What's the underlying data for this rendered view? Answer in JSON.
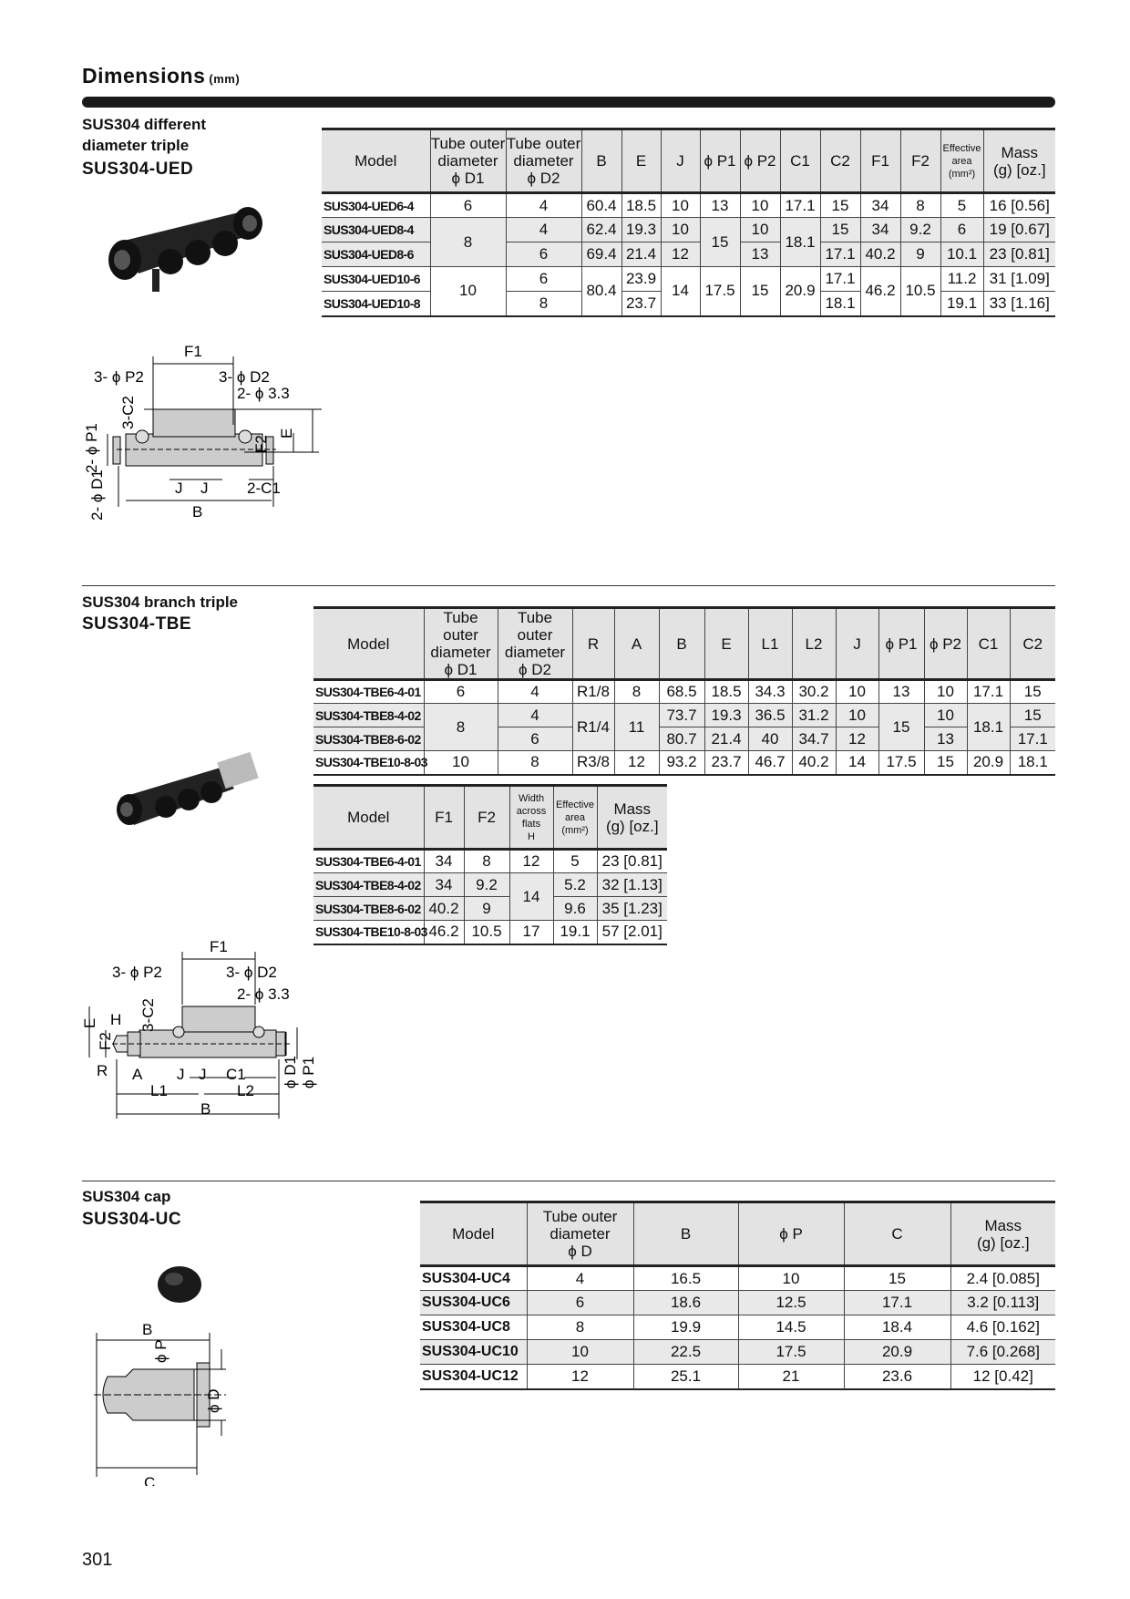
{
  "header": {
    "title": "Dimensions",
    "unit": "(mm)"
  },
  "sections": [
    {
      "title_line1": "SUS304 different",
      "title_line2": "diameter triple",
      "model": "SUS304-UED"
    },
    {
      "title_line1": "SUS304 branch triple",
      "model": "SUS304-TBE"
    },
    {
      "title_line1": "SUS304 cap",
      "model": "SUS304-UC"
    }
  ],
  "tables": {
    "ued": {
      "headers": [
        "Model",
        "Tube outer\ndiameter\nϕ D1",
        "Tube outer\ndiameter\nϕ D2",
        "B",
        "E",
        "J",
        "ϕ P1",
        "ϕ P2",
        "C1",
        "C2",
        "F1",
        "F2",
        "Effective\narea\n(mm²)",
        "Mass\n(g) [oz.]"
      ],
      "rows": [
        [
          "SUS304-UED6-4",
          "6",
          "4",
          "60.4",
          "18.5",
          "10",
          "13",
          "10",
          "17.1",
          "15",
          "34",
          "8",
          "5",
          "16 [0.56]"
        ],
        [
          "SUS304-UED8-4",
          "8",
          "4",
          "62.4",
          "19.3",
          "10",
          "15",
          "10",
          "18.1",
          "15",
          "34",
          "9.2",
          "6",
          "19 [0.67]"
        ],
        [
          "SUS304-UED8-6",
          null,
          "6",
          "69.4",
          "21.4",
          "12",
          null,
          "13",
          null,
          "17.1",
          "40.2",
          "9",
          "10.1",
          "23 [0.81]"
        ],
        [
          "SUS304-UED10-6",
          "10",
          "6",
          "80.4",
          "23.9",
          "14",
          "17.5",
          "15",
          "20.9",
          "17.1",
          "46.2",
          "10.5",
          "11.2",
          "31 [1.09]"
        ],
        [
          "SUS304-UED10-8",
          null,
          "8",
          null,
          "23.7",
          null,
          null,
          null,
          null,
          "18.1",
          null,
          null,
          "19.1",
          "33 [1.16]"
        ]
      ]
    },
    "tbe1": {
      "headers": [
        "Model",
        "Tube outer\ndiameter\nϕ D1",
        "Tube outer\ndiameter\nϕ D2",
        "R",
        "A",
        "B",
        "E",
        "L1",
        "L2",
        "J",
        "ϕ P1",
        "ϕ P2",
        "C1",
        "C2"
      ],
      "rows": [
        [
          "SUS304-TBE6-4-01",
          "6",
          "4",
          "R1/8",
          "8",
          "68.5",
          "18.5",
          "34.3",
          "30.2",
          "10",
          "13",
          "10",
          "17.1",
          "15"
        ],
        [
          "SUS304-TBE8-4-02",
          "8",
          "4",
          "R1/4",
          "11",
          "73.7",
          "19.3",
          "36.5",
          "31.2",
          "10",
          "15",
          "10",
          "18.1",
          "15"
        ],
        [
          "SUS304-TBE8-6-02",
          null,
          "6",
          null,
          null,
          "80.7",
          "21.4",
          "40",
          "34.7",
          "12",
          null,
          "13",
          null,
          "17.1"
        ],
        [
          "SUS304-TBE10-8-03",
          "10",
          "8",
          "R3/8",
          "12",
          "93.2",
          "23.7",
          "46.7",
          "40.2",
          "14",
          "17.5",
          "15",
          "20.9",
          "18.1"
        ]
      ]
    },
    "tbe2": {
      "headers": [
        "Model",
        "F1",
        "F2",
        "Width\nacross\nflats\nH",
        "Effective\narea\n(mm²)",
        "Mass\n(g) [oz.]"
      ],
      "rows": [
        [
          "SUS304-TBE6-4-01",
          "34",
          "8",
          "12",
          "5",
          "23 [0.81]"
        ],
        [
          "SUS304-TBE8-4-02",
          "34",
          "9.2",
          "14",
          "5.2",
          "32 [1.13]"
        ],
        [
          "SUS304-TBE8-6-02",
          "40.2",
          "9",
          null,
          "9.6",
          "35 [1.23]"
        ],
        [
          "SUS304-TBE10-8-03",
          "46.2",
          "10.5",
          "17",
          "19.1",
          "57 [2.01]"
        ]
      ]
    },
    "uc": {
      "headers": [
        "Model",
        "Tube outer\ndiameter\nϕ D",
        "B",
        "ϕ P",
        "C",
        "Mass\n(g) [oz.]"
      ],
      "rows": [
        [
          "SUS304-UC4",
          "4",
          "16.5",
          "10",
          "15",
          "2.4 [0.085]"
        ],
        [
          "SUS304-UC6",
          "6",
          "18.6",
          "12.5",
          "17.1",
          "3.2 [0.113]"
        ],
        [
          "SUS304-UC8",
          "8",
          "19.9",
          "14.5",
          "18.4",
          "4.6 [0.162]"
        ],
        [
          "SUS304-UC10",
          "10",
          "22.5",
          "17.5",
          "20.9",
          "7.6 [0.268]"
        ],
        [
          "SUS304-UC12",
          "12",
          "25.1",
          "21",
          "23.6",
          "12 [0.42]"
        ]
      ]
    }
  },
  "diagrams": {
    "ued": {
      "f1": "F1",
      "p2": "3- ϕ P2",
      "d2": "3- ϕ D2",
      "hole": "2- ϕ 3.3",
      "c2": "3-C2",
      "p1": "2- ϕ P1",
      "d1": "2- ϕ D1",
      "e": "E",
      "f2": "F2",
      "j1": "J",
      "j2": "J",
      "c1": "2-C1",
      "b": "B"
    },
    "tbe": {
      "f1": "F1",
      "p2": "3- ϕ P2",
      "d2": "3- ϕ D2",
      "hole": "2- ϕ 3.3",
      "c2": "3-C2",
      "h": "H",
      "e": "E",
      "f2": "F2",
      "r": "R",
      "a": "A",
      "j1": "J",
      "j2": "J",
      "c1": "C1",
      "l1": "L1",
      "l2": "L2",
      "b": "B",
      "d1": "ϕ D1",
      "p1": "ϕ P1"
    },
    "uc": {
      "b": "B",
      "p": "ϕ P",
      "d": "ϕ D",
      "c": "C"
    }
  },
  "page_number": "301"
}
